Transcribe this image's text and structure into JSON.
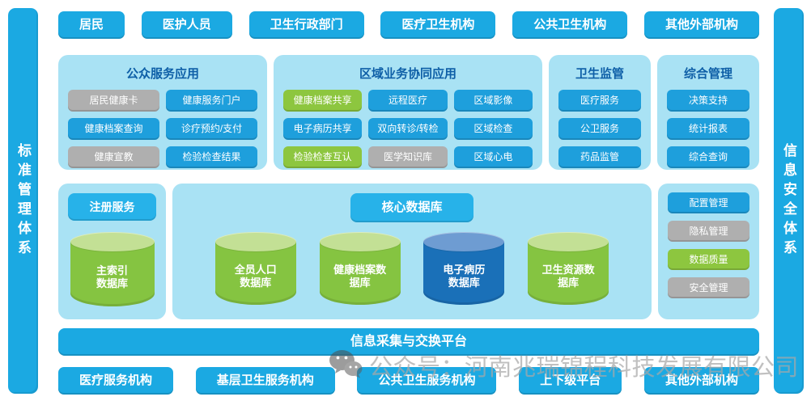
{
  "colors": {
    "accent_blue": "#1BA9E2",
    "bright_blue": "#27B2E9",
    "panel_blue": "#A9E2F4",
    "header_text": "#0E5FA7",
    "item_blue": "#1E9FDC",
    "item_gray": "#AFAFAF",
    "item_green": "#8DC63F",
    "cyl_green_body": "#85C441",
    "cyl_green_top": "#C3E095",
    "cyl_blue_body": "#1A70B8",
    "cyl_blue_top": "#6E9CD2",
    "watermark_gray": "#A8A8A8"
  },
  "left_bar": {
    "label": "标准管理体系"
  },
  "right_bar": {
    "label": "信息安全体系"
  },
  "top_row": [
    "居民",
    "医护人员",
    "卫生行政部门",
    "医疗卫生机构",
    "公共卫生机构",
    "其他外部机构"
  ],
  "panels": {
    "public_service": {
      "title": "公众服务应用",
      "items": [
        {
          "label": "居民健康卡",
          "color": "gray"
        },
        {
          "label": "健康服务门户",
          "color": "blue"
        },
        {
          "label": "健康档案查询",
          "color": "blue"
        },
        {
          "label": "诊疗预约/支付",
          "color": "blue"
        },
        {
          "label": "健康宣教",
          "color": "gray"
        },
        {
          "label": "检验检查结果",
          "color": "blue"
        }
      ]
    },
    "regional_collab": {
      "title": "区域业务协同应用",
      "items": [
        {
          "label": "健康档案共享",
          "color": "green"
        },
        {
          "label": "远程医疗",
          "color": "blue"
        },
        {
          "label": "区域影像",
          "color": "blue"
        },
        {
          "label": "电子病历共享",
          "color": "blue"
        },
        {
          "label": "双向转诊/转检",
          "color": "blue"
        },
        {
          "label": "区域检查",
          "color": "blue"
        },
        {
          "label": "检验检查互认",
          "color": "green"
        },
        {
          "label": "医学知识库",
          "color": "gray"
        },
        {
          "label": "区域心电",
          "color": "blue"
        }
      ]
    },
    "health_supervision": {
      "title": "卫生监管",
      "items": [
        {
          "label": "医疗服务",
          "color": "blue"
        },
        {
          "label": "公卫服务",
          "color": "blue"
        },
        {
          "label": "药品监管",
          "color": "blue"
        }
      ]
    },
    "comprehensive_mgmt": {
      "title": "综合管理",
      "items": [
        {
          "label": "决策支持",
          "color": "blue"
        },
        {
          "label": "统计报表",
          "color": "blue"
        },
        {
          "label": "综合查询",
          "color": "blue"
        }
      ]
    }
  },
  "data_layer": {
    "register_service": "注册服务",
    "master_index_db": "主索引\n数据库",
    "core_db_label": "核心数据库",
    "databases": [
      {
        "label": "全员人口\n数据库",
        "color": "green"
      },
      {
        "label": "健康档案数\n据库",
        "color": "green"
      },
      {
        "label": "电子病历\n数据库",
        "color": "darkblue"
      },
      {
        "label": "卫生资源数\n据库",
        "color": "green"
      }
    ],
    "management_items": [
      {
        "label": "配置管理",
        "color": "blue"
      },
      {
        "label": "隐私管理",
        "color": "gray"
      },
      {
        "label": "数据质量",
        "color": "green"
      },
      {
        "label": "安全管理",
        "color": "gray"
      }
    ]
  },
  "exchange_bar": {
    "label": "信息采集与交换平台"
  },
  "bottom_row": [
    "医疗服务机构",
    "基层卫生服务机构",
    "公共卫生服务机构",
    "上下级平台",
    "其他外部机构"
  ],
  "watermark": {
    "text": "公众号：河南兆瑞锦程科技发展有限公司",
    "icon": "wechat-icon"
  }
}
